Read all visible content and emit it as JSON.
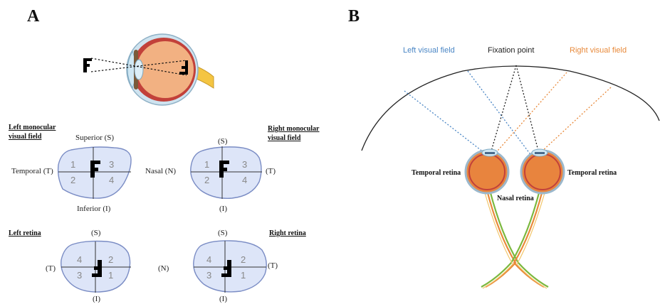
{
  "panels": {
    "a": "A",
    "b": "B"
  },
  "panel_a": {
    "eye_letter_outside": "F",
    "eye_letter_inside": "F",
    "left_monocular": {
      "title_line1": "Left monocular",
      "title_line2": "visual field",
      "superior": "Superior (S)",
      "inferior": "Inferior (I)",
      "temporal": "Temporal (T)",
      "quadrants": [
        "1",
        "2",
        "3",
        "4"
      ]
    },
    "nasal_center": "Nasal (N)",
    "right_monocular": {
      "title_line1": "Right monocular",
      "title_line2": "visual field",
      "superior": "(S)",
      "inferior": "(I)",
      "temporal": "(T)",
      "quadrants": [
        "1",
        "2",
        "3",
        "4"
      ]
    },
    "left_retina": {
      "title": "Left retina",
      "superior": "(S)",
      "inferior": "(I)",
      "temporal": "(T)",
      "quadrants": [
        "4",
        "2",
        "3",
        "1"
      ]
    },
    "nasal_center_retina": "(N)",
    "right_retina": {
      "title": "Right retina",
      "superior": "(S)",
      "inferior": "(I)",
      "temporal": "(T)",
      "quadrants": [
        "4",
        "2",
        "3",
        "1"
      ]
    }
  },
  "panel_b": {
    "left_visual_field": "Left visual field",
    "fixation_point": "Fixation point",
    "right_visual_field": "Right visual field",
    "temporal_retina_left": "Temporal retina",
    "temporal_retina_right": "Temporal retina",
    "nasal_retina": "Nasal retina"
  },
  "colors": {
    "left_field": "#4a86c5",
    "right_field": "#e8893a",
    "fixation": "#222222",
    "eyeball": "#e8843e",
    "blob_fill": "#dde5f8",
    "blob_stroke": "#7a8cc4"
  }
}
